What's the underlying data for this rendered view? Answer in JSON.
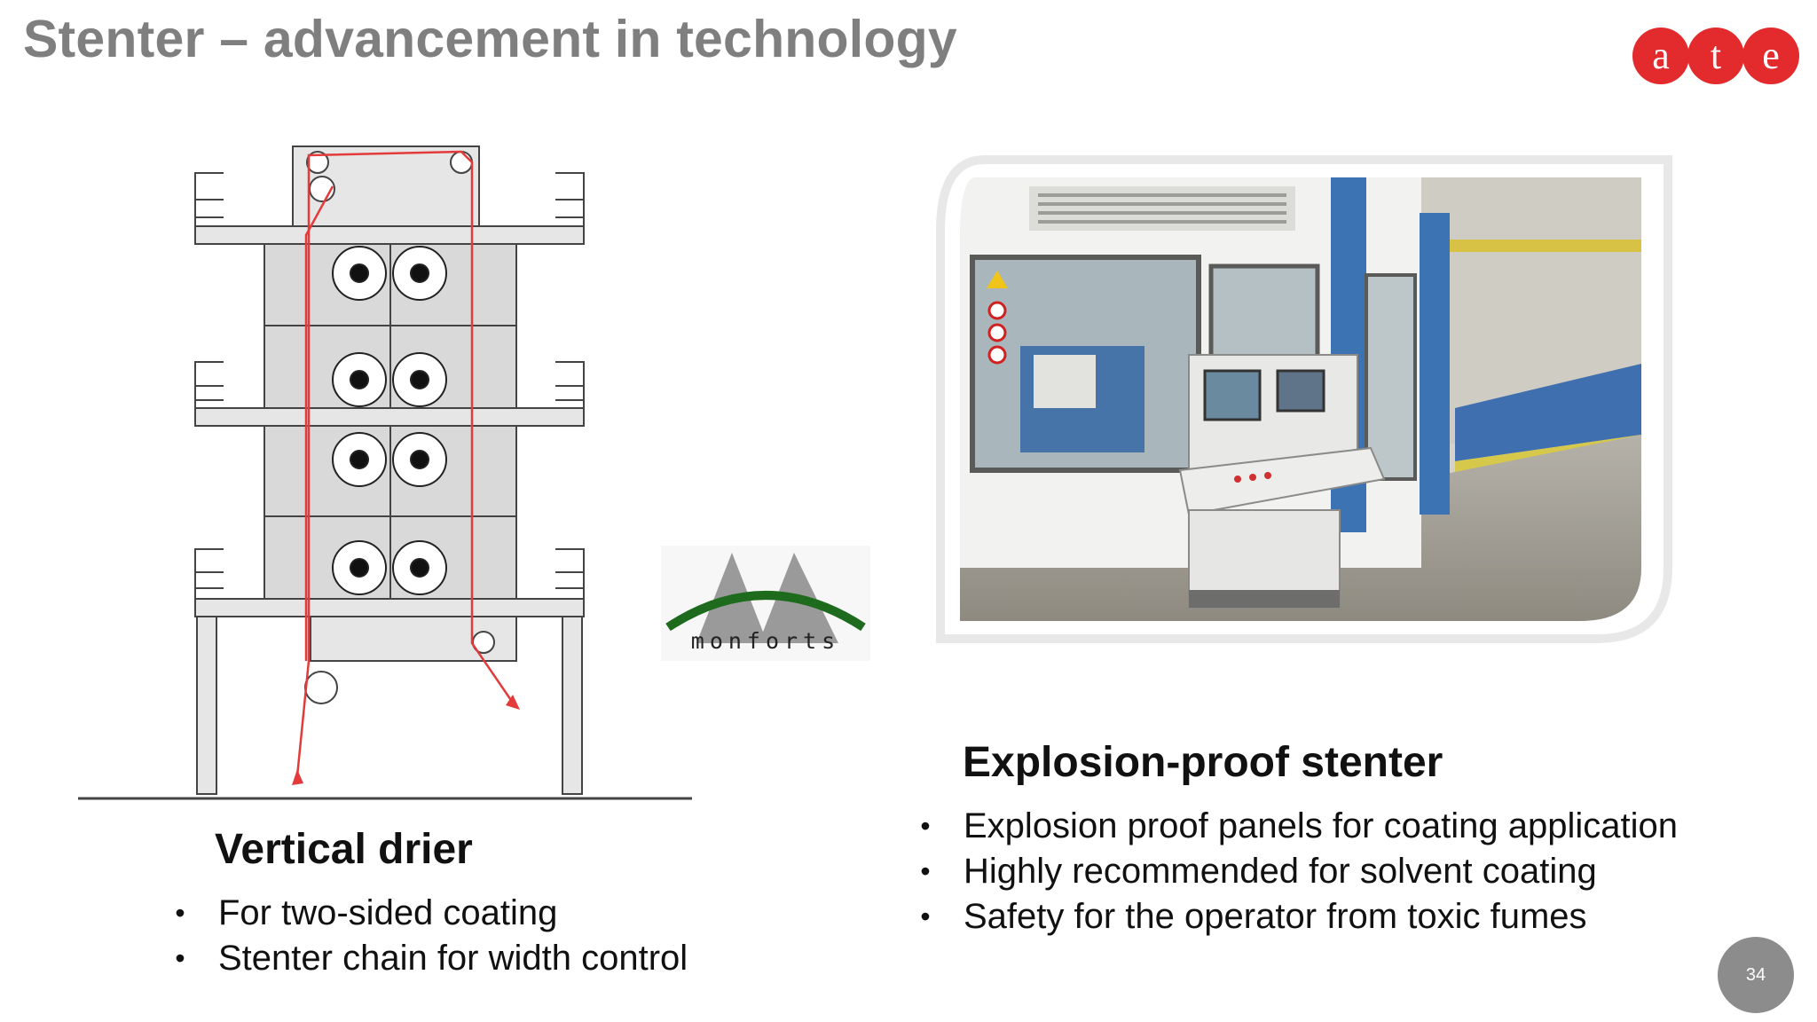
{
  "slide": {
    "title": "Stenter – advancement in technology",
    "page_number": "34"
  },
  "logos": {
    "ate": {
      "letters": [
        "a",
        "t",
        "e"
      ],
      "color": "#e32b2e"
    },
    "monforts": {
      "text": "monforts",
      "arc_color": "#1e6b1e"
    }
  },
  "left_section": {
    "heading": "Vertical drier",
    "bullets": [
      "For two-sided coating",
      "Stenter chain for width control"
    ],
    "path_color": "#e33b3b"
  },
  "right_section": {
    "heading": "Explosion-proof stenter",
    "bullets": [
      "Explosion proof panels for coating application",
      "Highly recommended for solvent coating",
      "Safety for the operator from toxic fumes"
    ]
  },
  "bullet_symbol": "•"
}
